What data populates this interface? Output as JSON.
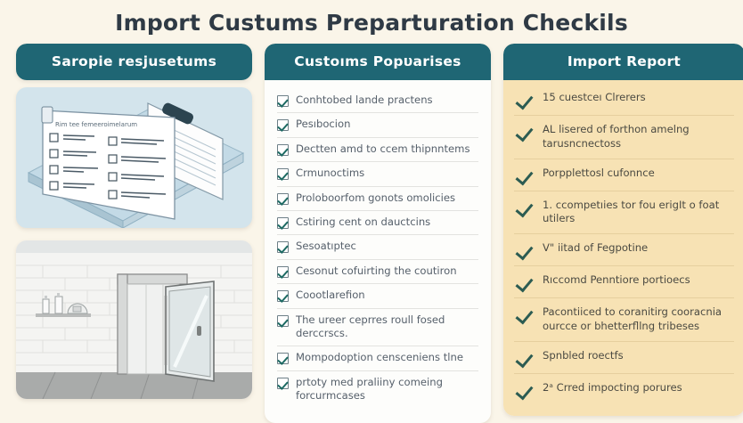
{
  "title": "Import Custums Preparturation Checkils",
  "colors": {
    "page_background": "#faf5e9",
    "header_teal": "#1f6674",
    "right_panel_cream": "#f7e2b4",
    "check_green": "#1d6a63",
    "tick_green": "#2c5c52",
    "title_text": "#2f3a45"
  },
  "left_column": {
    "header": "Saropie resjusetums",
    "images": [
      {
        "name": "clipboard-checklist-illustration",
        "caption": "Rim tee femeeroimelarum"
      },
      {
        "name": "open-door-illustration",
        "caption": ""
      }
    ]
  },
  "middle_column": {
    "header": "Custoıms Popυarises",
    "items": [
      {
        "checked": true,
        "text": "Conhtobed lande practens"
      },
      {
        "checked": true,
        "text": "Pesıbocion"
      },
      {
        "checked": true,
        "text": "Dectten amd to ccem thipnntems"
      },
      {
        "checked": true,
        "text": "Crmunoctims"
      },
      {
        "checked": true,
        "text": "Proloboorfom gonots omolicies"
      },
      {
        "checked": true,
        "text": "Cstiring cent on dauctcins"
      },
      {
        "checked": true,
        "text": "Sesoatıptec"
      },
      {
        "checked": true,
        "text": "Cesonut cofuirting the coutiron"
      },
      {
        "checked": true,
        "text": "Coootlarefion"
      },
      {
        "checked": true,
        "text": "The ureer ceprres roull fosed derccrscs."
      },
      {
        "checked": true,
        "text": "Mompodoption censceniens tlne"
      },
      {
        "checked": true,
        "text": "prtoty med praliiny comeing forcurmcases"
      }
    ]
  },
  "right_column": {
    "header": "Import Report",
    "items": [
      {
        "checked": true,
        "text": "15 cuestceı Clrerers"
      },
      {
        "checked": true,
        "text": "AL lisered of forthon amelng tarusncnectoss"
      },
      {
        "checked": true,
        "text": "Porpplettosl cufonnce"
      },
      {
        "checked": true,
        "text": "1. ccompetıies tor fou erigIt o foat utilers"
      },
      {
        "checked": true,
        "text": "V\" iitad of Fegpotine"
      },
      {
        "checked": true,
        "text": "Rıccomd Penntiore portioecs"
      },
      {
        "checked": true,
        "text": "Pacontiiced to coranitirg cooracnia ourcce or bhetterfllng tribeses"
      },
      {
        "checked": true,
        "text": "Spnbled roectfs"
      },
      {
        "checked": true,
        "text": "2ᵃ Crred impocting porures"
      }
    ]
  }
}
